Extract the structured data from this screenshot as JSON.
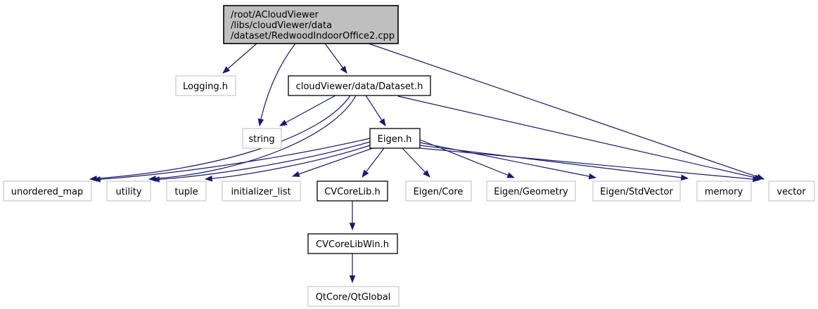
{
  "diagram_type": "include-dependency-graph",
  "colors": {
    "edge": "#191970",
    "current_node_fill": "#bfbfbf",
    "linked_node_border": "#000000",
    "external_node_border": "#bdbdbd",
    "background": "#ffffff",
    "text": "#000000"
  },
  "nodes": {
    "cpp": {
      "label": "/root/ACloudViewer /libs/cloudViewer/data /dataset/RedwoodIndoorOffice2.cpp",
      "label_lines": [
        "/root/ACloudViewer",
        "/libs/cloudViewer/data",
        "/dataset/RedwoodIndoorOffice2.cpp"
      ],
      "type": "current"
    },
    "logging_h": {
      "label": "Logging.h",
      "type": "external"
    },
    "dataset_h": {
      "label": "cloudViewer/data/Dataset.h",
      "type": "linked"
    },
    "string": {
      "label": "string",
      "type": "external"
    },
    "eigen_h": {
      "label": "Eigen.h",
      "type": "linked"
    },
    "unordered_map": {
      "label": "unordered_map",
      "type": "external"
    },
    "utility": {
      "label": "utility",
      "type": "external"
    },
    "tuple": {
      "label": "tuple",
      "type": "external"
    },
    "initializer_list": {
      "label": "initializer_list",
      "type": "external"
    },
    "cvcorelib_h": {
      "label": "CVCoreLib.h",
      "type": "linked"
    },
    "eigen_core": {
      "label": "Eigen/Core",
      "type": "external"
    },
    "eigen_geometry": {
      "label": "Eigen/Geometry",
      "type": "external"
    },
    "eigen_stdvector": {
      "label": "Eigen/StdVector",
      "type": "external"
    },
    "memory": {
      "label": "memory",
      "type": "external"
    },
    "vector": {
      "label": "vector",
      "type": "external"
    },
    "cvcorelibwin_h": {
      "label": "CVCoreLibWin.h",
      "type": "linked"
    },
    "qtcore_qtglobal": {
      "label": "QtCore/QtGlobal",
      "type": "external"
    }
  },
  "edges": [
    {
      "from": "cpp",
      "to": "logging_h"
    },
    {
      "from": "cpp",
      "to": "string"
    },
    {
      "from": "cpp",
      "to": "dataset_h"
    },
    {
      "from": "cpp",
      "to": "vector"
    },
    {
      "from": "dataset_h",
      "to": "string"
    },
    {
      "from": "dataset_h",
      "to": "eigen_h"
    },
    {
      "from": "dataset_h",
      "to": "unordered_map"
    },
    {
      "from": "dataset_h",
      "to": "utility"
    },
    {
      "from": "dataset_h",
      "to": "vector"
    },
    {
      "from": "eigen_h",
      "to": "unordered_map"
    },
    {
      "from": "eigen_h",
      "to": "utility"
    },
    {
      "from": "eigen_h",
      "to": "tuple"
    },
    {
      "from": "eigen_h",
      "to": "initializer_list"
    },
    {
      "from": "eigen_h",
      "to": "cvcorelib_h"
    },
    {
      "from": "eigen_h",
      "to": "eigen_core"
    },
    {
      "from": "eigen_h",
      "to": "eigen_geometry"
    },
    {
      "from": "eigen_h",
      "to": "eigen_stdvector"
    },
    {
      "from": "eigen_h",
      "to": "memory"
    },
    {
      "from": "eigen_h",
      "to": "vector"
    },
    {
      "from": "cvcorelib_h",
      "to": "cvcorelibwin_h"
    },
    {
      "from": "cvcorelibwin_h",
      "to": "qtcore_qtglobal"
    }
  ]
}
